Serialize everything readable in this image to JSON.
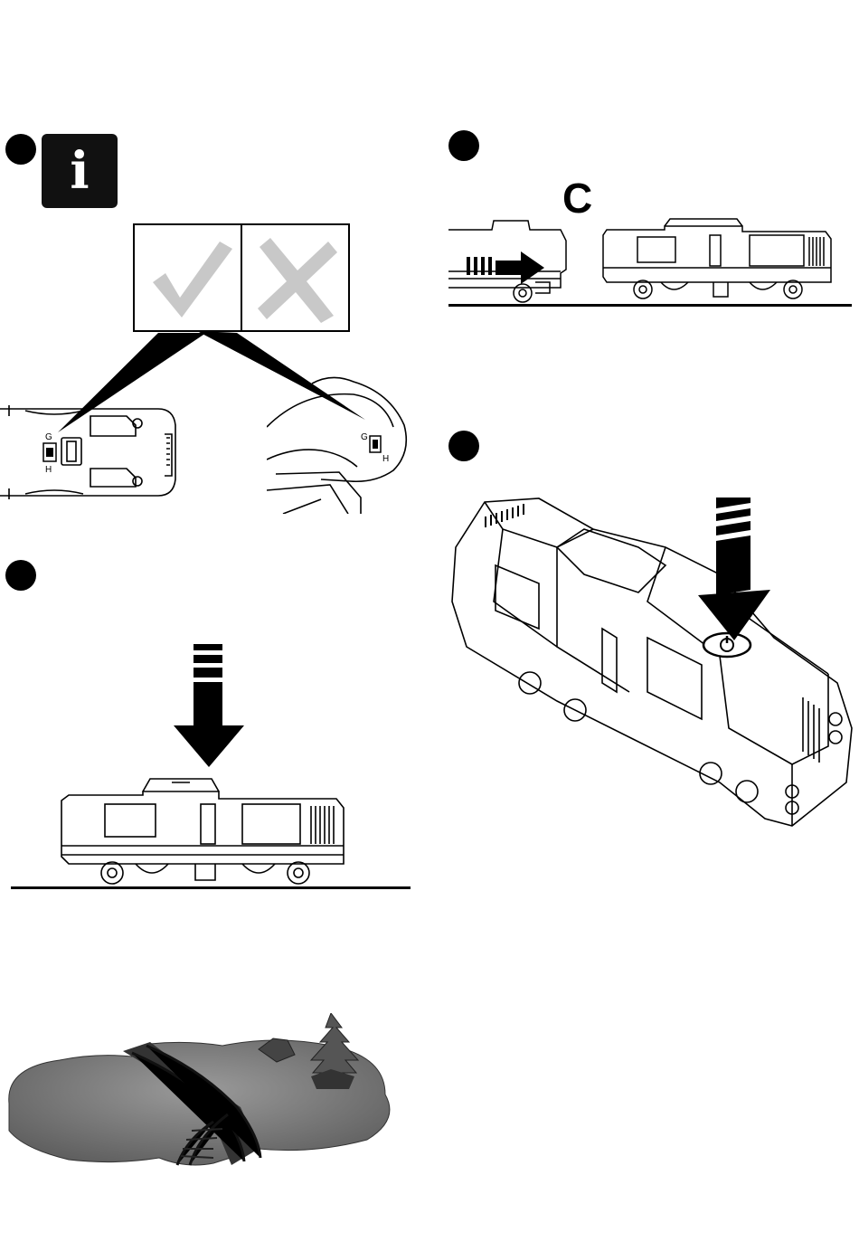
{
  "info_icon": {
    "glyph": "i",
    "icon": "info-icon"
  },
  "comparison": {
    "correct_icon": "checkmark-icon",
    "wrong_icon": "cross-icon"
  },
  "switch_labels": {
    "left": {
      "top": "G",
      "bottom": "H"
    },
    "right": {
      "top": "G",
      "bottom": "H"
    }
  },
  "coupling_symbol": "C",
  "colors": {
    "ink": "#000000",
    "mark_gray": "#c8c8c8",
    "terrain": "#7a7a7a"
  }
}
